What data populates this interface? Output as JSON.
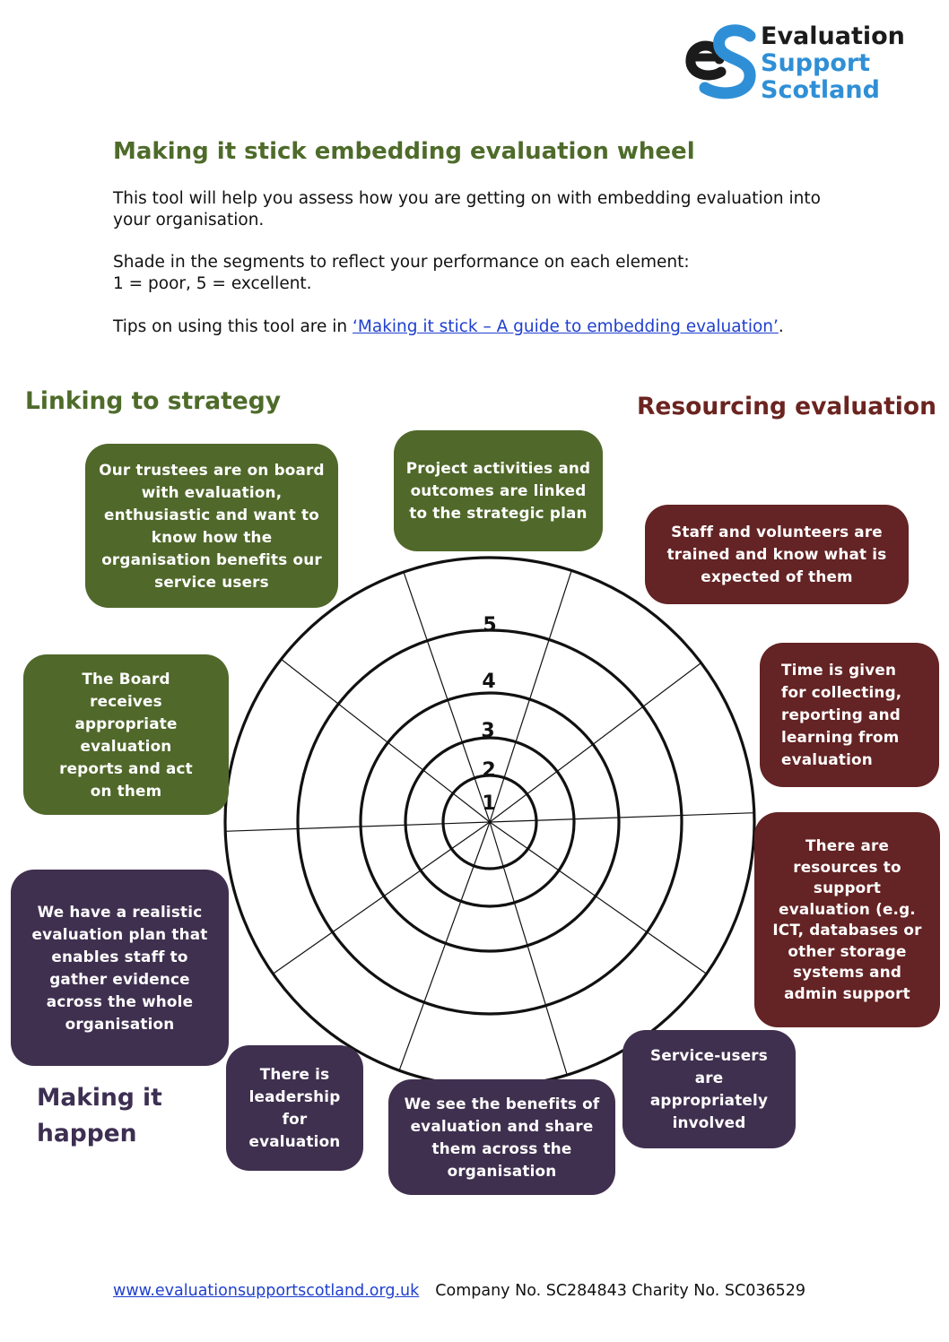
{
  "logo": {
    "line1": "Evaluation",
    "line2": "Support",
    "line3": "Scotland",
    "icon": "es-logo-mark"
  },
  "title": "Making it stick embedding evaluation wheel",
  "intro": {
    "p1": "This tool will help you assess how you are getting on with embedding evaluation into your organisation.",
    "p2_line1": "Shade in the segments to reflect your performance on each element:",
    "p2_line2": "1 = poor, 5 = excellent.",
    "p3_prefix": "Tips on using this tool are in ",
    "p3_link": "‘Making it stick – A guide to embedding evaluation’",
    "p3_suffix": "."
  },
  "sections": {
    "strategy": "Linking to strategy",
    "resourcing": "Resourcing evaluation",
    "happen_line1": "Making it",
    "happen_line2": "happen"
  },
  "boxes": {
    "trustees": "Our trustees are on board with evaluation, enthusiastic and want to know how the organisation benefits our service users",
    "project": "Project activities and outcomes are linked to the strategic plan",
    "staff": "Staff and volunteers are trained and know what is expected of them",
    "time": "Time is given for collecting, reporting and learning from evaluation",
    "board": "The Board receives appropriate evaluation reports and act on them",
    "resources": "There are resources to support evaluation (e.g. ICT, databases or other storage systems and admin support",
    "plan": "We have a realistic evaluation plan that enables staff to gather evidence across the whole organisation",
    "serviceusers": "Service-users are appropriately involved",
    "leadership": "There is leadership for evaluation",
    "benefits": "We see the benefits of evaluation and share them across the organisation"
  },
  "wheel": {
    "levels": [
      "1",
      "2",
      "3",
      "4",
      "5"
    ]
  },
  "colors": {
    "green": "#50682a",
    "maroon": "#642324",
    "purple": "#40304f",
    "link": "#1f3fcf",
    "logo_blue": "#2f8fd6"
  },
  "footer": {
    "url": "www.evaluationsupportscotland.org.uk",
    "company": "Company No. SC284843 Charity No. SC036529"
  }
}
